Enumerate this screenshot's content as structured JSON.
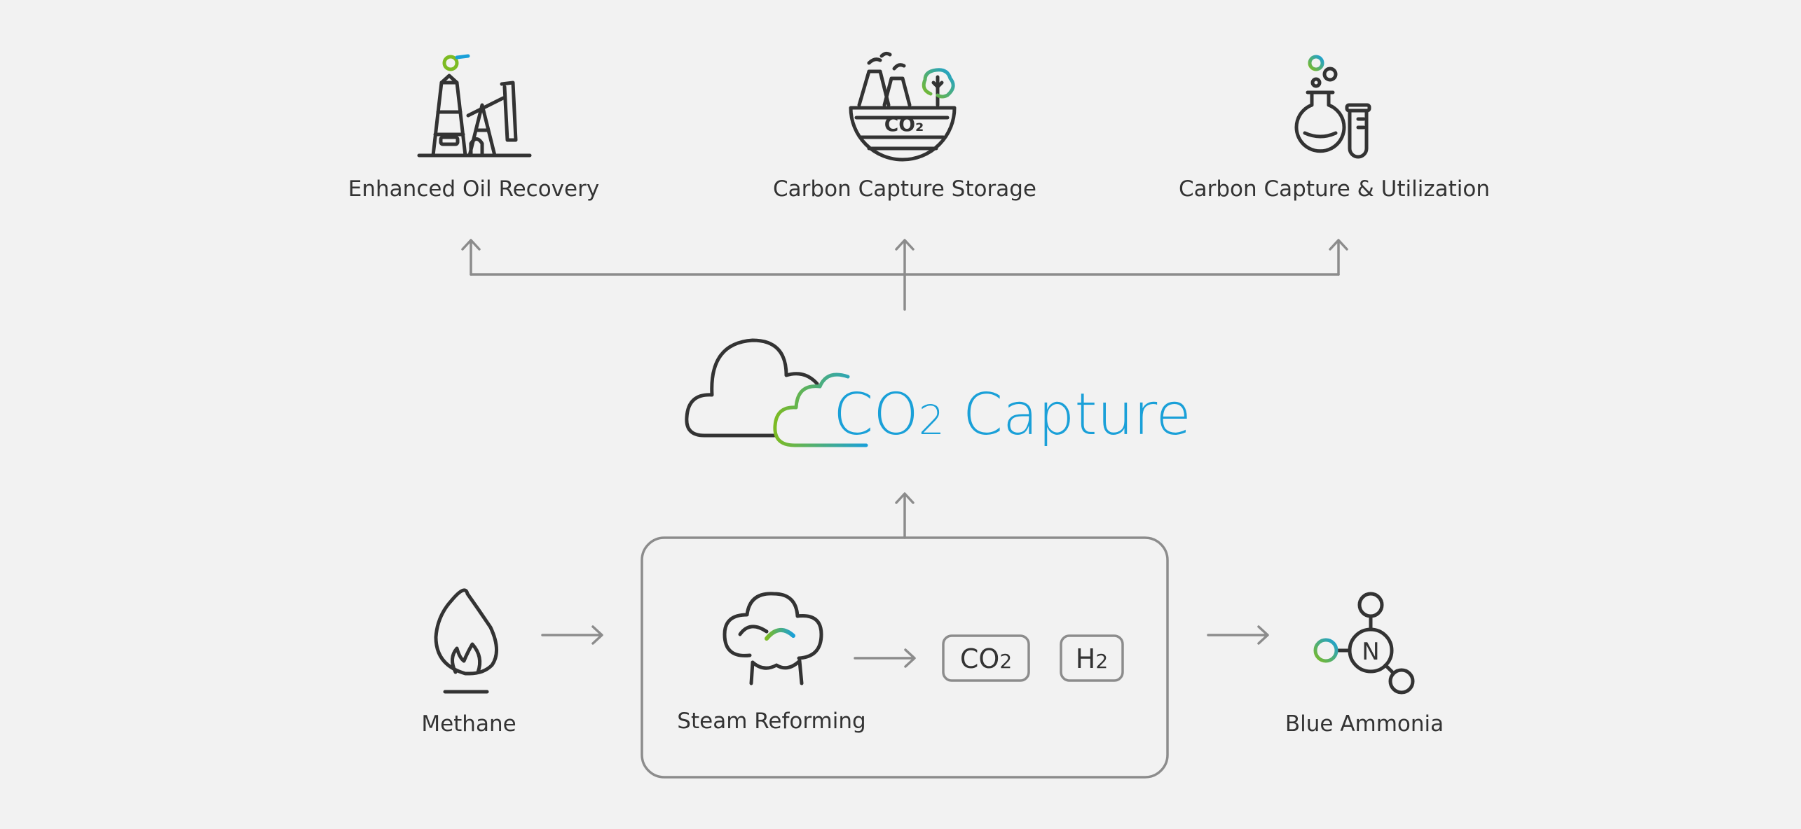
{
  "colors": {
    "background": "#f2f2f2",
    "icon_stroke": "#333333",
    "connector": "#8c8c8c",
    "accent_blue": "#1aa0d8",
    "accent_green": "#7dbb23"
  },
  "outputs": [
    {
      "label": "Enhanced Oil Recovery",
      "icon": "oil-derrick-pumpjack-icon"
    },
    {
      "label": "Carbon Capture Storage",
      "icon": "co2-storage-basin-icon"
    },
    {
      "label": "Carbon Capture & Utilization",
      "icon": "flask-test-tube-icon"
    }
  ],
  "capture": {
    "title_main": "CO",
    "title_sub": "2",
    "title_rest": " Capture",
    "icon": "clouds-icon"
  },
  "process": {
    "input_label": "Methane",
    "input_icon": "flame-icon",
    "step_label": "Steam Reforming",
    "step_icon": "steam-cloud-icon",
    "products": [
      {
        "main": "CO",
        "sub": "2"
      },
      {
        "main": "H",
        "sub": "2"
      }
    ],
    "output_label": "Blue Ammonia",
    "output_icon": "ammonia-molecule-icon",
    "molecule_atom": "N"
  }
}
